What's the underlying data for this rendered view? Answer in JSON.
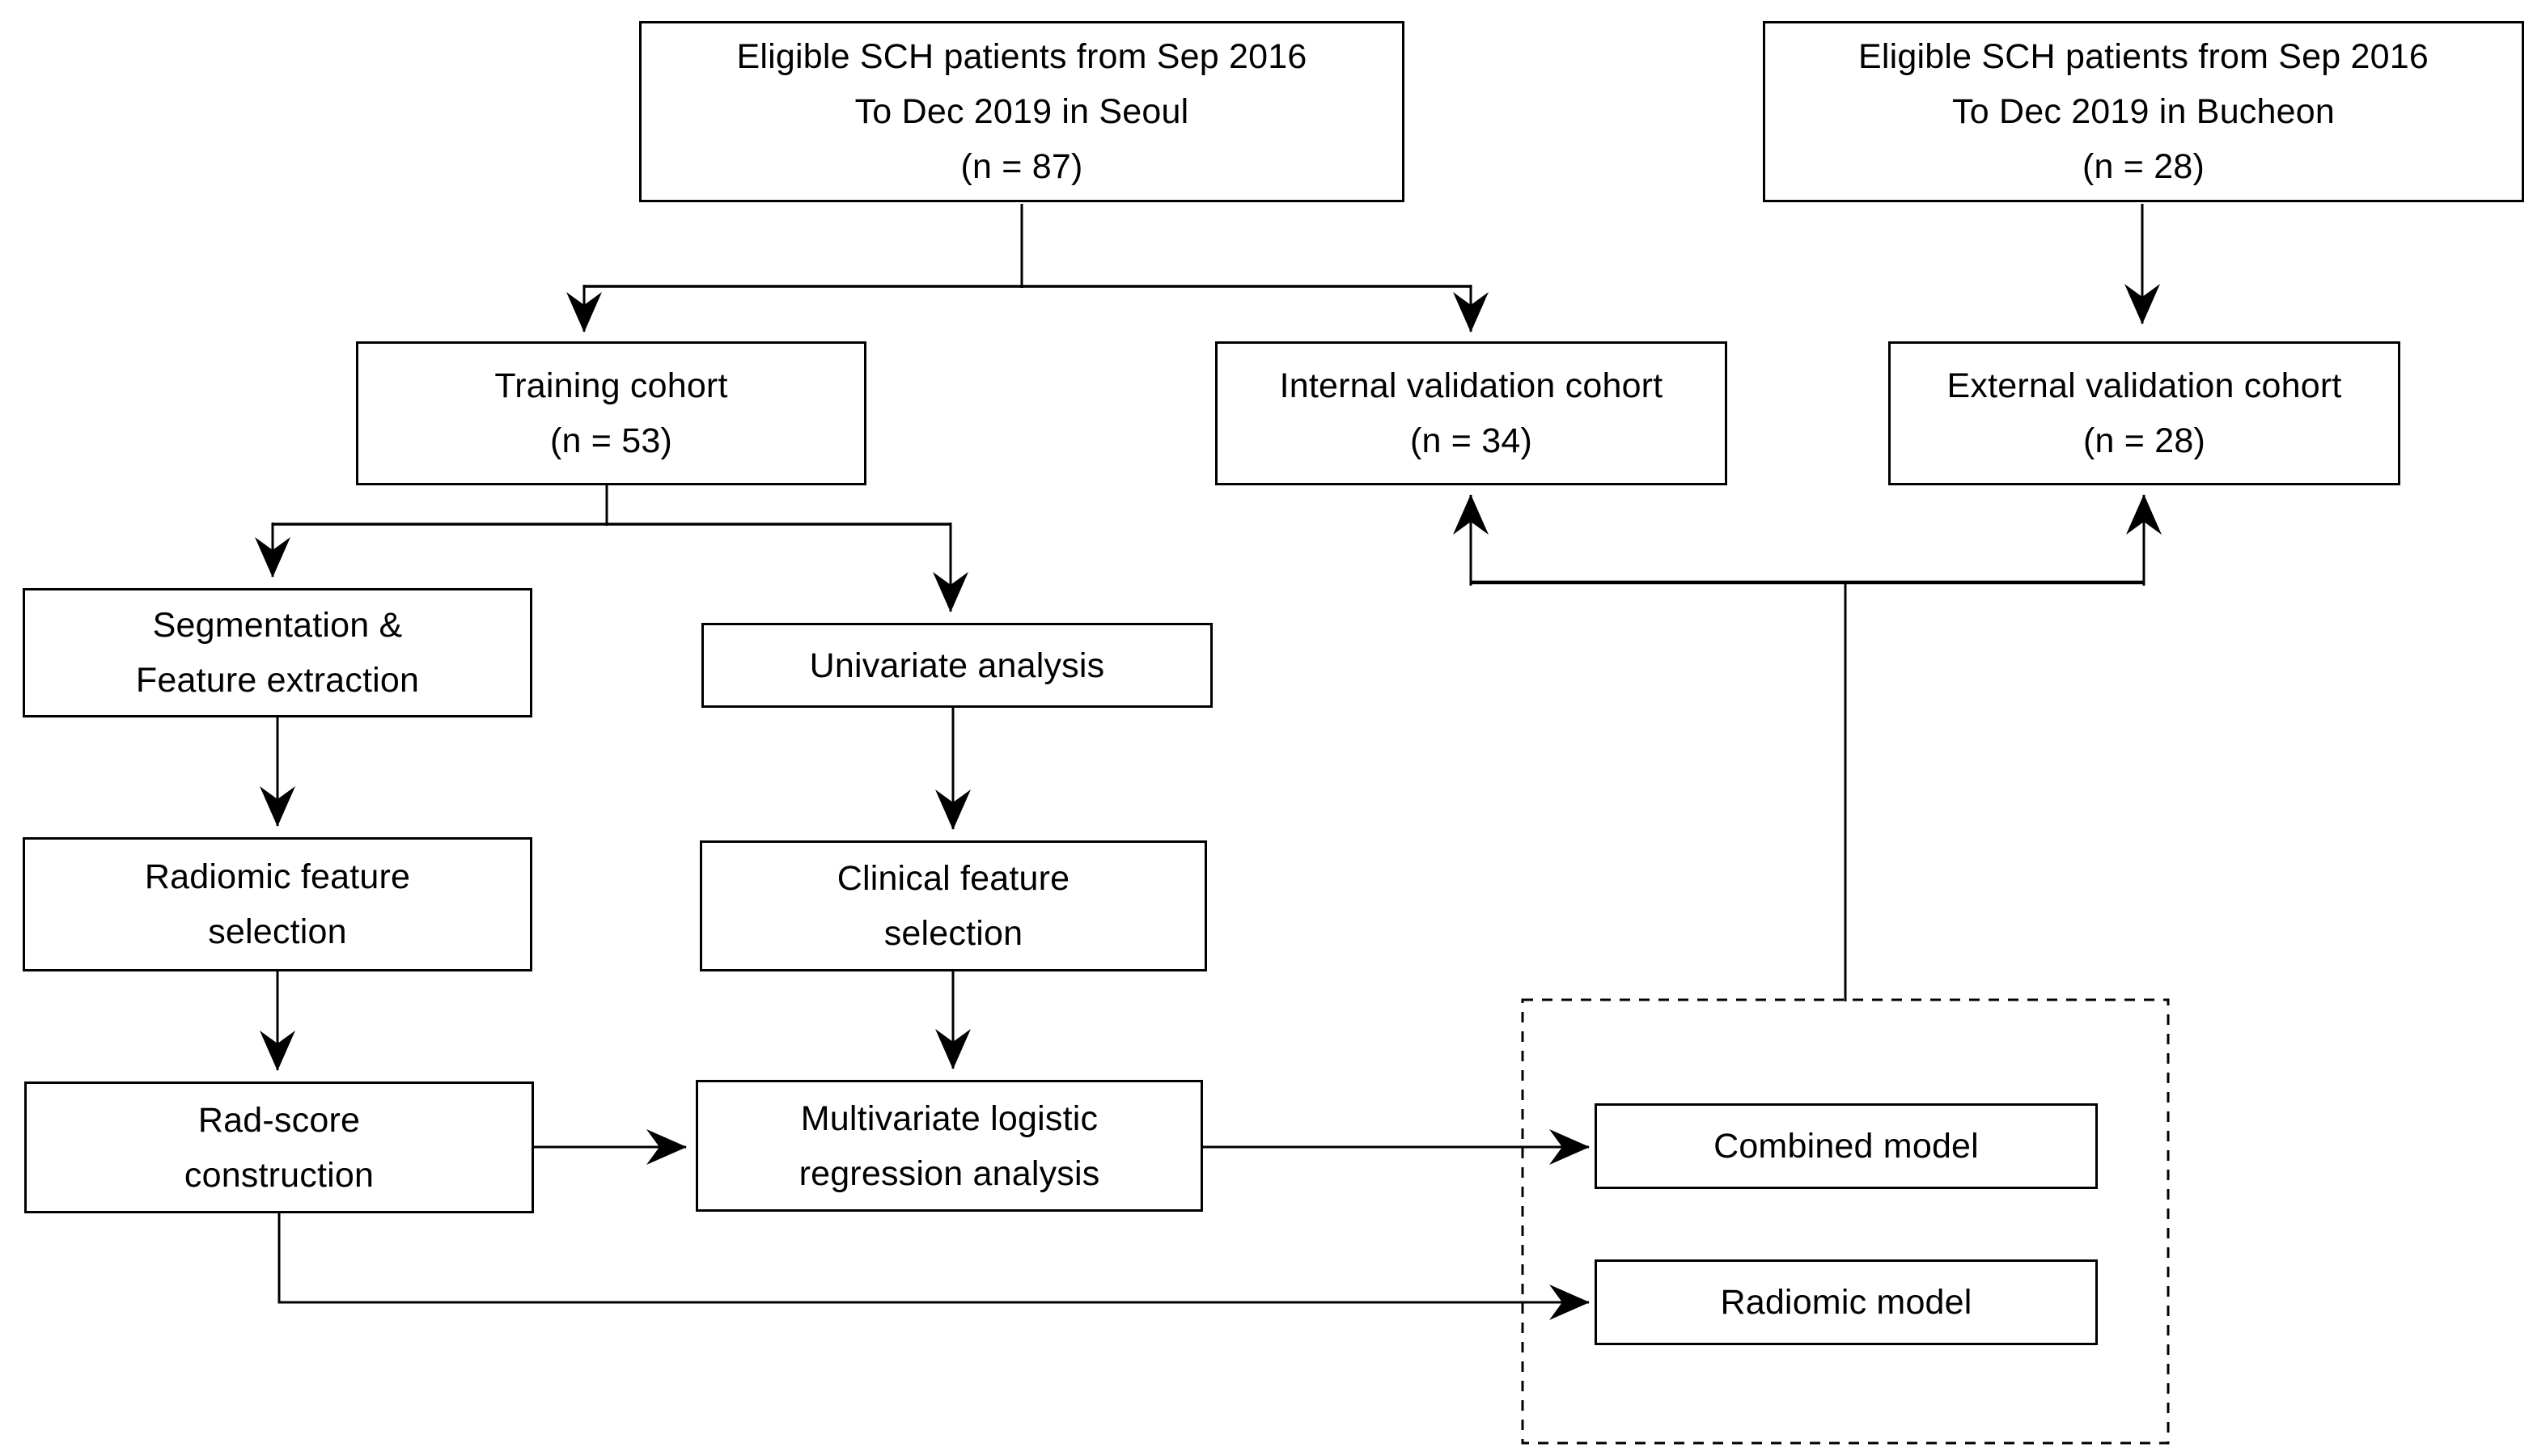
{
  "figure": {
    "kind": "study-flow-diagram",
    "background_color": "#ffffff",
    "line_color": "#000000",
    "text_color": "#000000"
  },
  "nodes": {
    "seoul": {
      "label": "Eligible SCH patients from Sep 2016\nTo Dec 2019 in Seoul\n(n = 87)"
    },
    "bucheon": {
      "label": "Eligible SCH patients from Sep 2016\nTo Dec 2019 in Bucheon\n(n = 28)"
    },
    "training": {
      "label": "Training cohort\n(n = 53)"
    },
    "internal_validation": {
      "label": "Internal validation cohort\n(n = 34)"
    },
    "external_validation": {
      "label": "External validation cohort\n(n = 28)"
    },
    "segmentation": {
      "label": "Segmentation &\nFeature extraction"
    },
    "univariate": {
      "label": "Univariate analysis"
    },
    "radiomic_selection": {
      "label": "Radiomic feature\nselection"
    },
    "clinical_selection": {
      "label": "Clinical feature\nselection"
    },
    "rad_score": {
      "label": "Rad-score\nconstruction"
    },
    "multivariate": {
      "label": "Multivariate logistic\nregression analysis"
    },
    "combined_model": {
      "label": "Combined model"
    },
    "radiomic_model": {
      "label": "Radiomic model"
    }
  },
  "groups": {
    "models_group": {
      "style": "dashed",
      "members": [
        "combined_model",
        "radiomic_model"
      ]
    }
  },
  "edges": [
    {
      "from": "seoul",
      "to": "training",
      "arrow": "down"
    },
    {
      "from": "seoul",
      "to": "internal_validation",
      "arrow": "down"
    },
    {
      "from": "bucheon",
      "to": "external_validation",
      "arrow": "down"
    },
    {
      "from": "training",
      "to": "segmentation",
      "arrow": "down"
    },
    {
      "from": "training",
      "to": "univariate",
      "arrow": "down"
    },
    {
      "from": "segmentation",
      "to": "radiomic_selection",
      "arrow": "down"
    },
    {
      "from": "radiomic_selection",
      "to": "rad_score",
      "arrow": "down"
    },
    {
      "from": "univariate",
      "to": "clinical_selection",
      "arrow": "down"
    },
    {
      "from": "clinical_selection",
      "to": "multivariate",
      "arrow": "down"
    },
    {
      "from": "rad_score",
      "to": "multivariate",
      "arrow": "right"
    },
    {
      "from": "multivariate",
      "to": "combined_model",
      "arrow": "right"
    },
    {
      "from": "rad_score",
      "to": "radiomic_model",
      "arrow": "right"
    },
    {
      "from": "models_group",
      "to": "internal_validation",
      "arrow": "up"
    },
    {
      "from": "models_group",
      "to": "external_validation",
      "arrow": "up"
    }
  ]
}
